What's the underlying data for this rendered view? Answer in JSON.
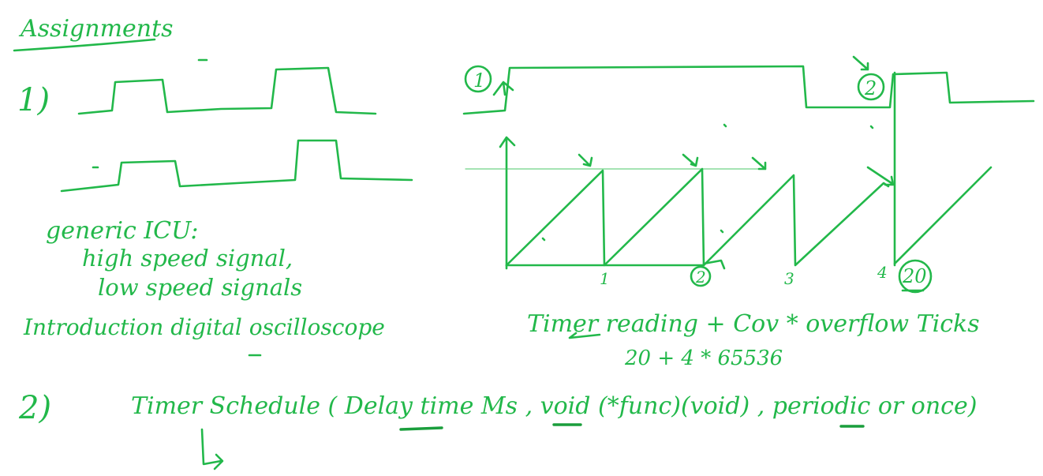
{
  "heading": "Assignments",
  "item1": {
    "number": "1)",
    "notes": [
      "generic ICU:",
      "high speed signal,",
      "low speed signals",
      "Introduction digital oscilloscope"
    ]
  },
  "markers": {
    "m1": "1",
    "m2": "2",
    "t1": "1",
    "t2": "2",
    "t3": "3",
    "t4": "4",
    "t20": "20"
  },
  "formula": {
    "line1": "Timer reading + Cov * overflow Ticks",
    "line2": "20   +   4   *   65536"
  },
  "item2": {
    "number": "2)",
    "text": "Timer Schedule ( Delay time Ms , void (*func)(void) , periodic or once)"
  },
  "colors": {
    "ink": "#22b84a",
    "light_ink": "#3cc35e",
    "background": "#ffffff"
  }
}
